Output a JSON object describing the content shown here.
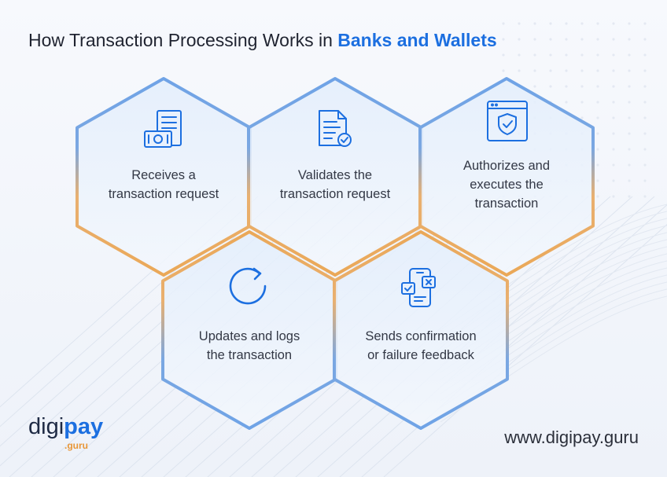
{
  "title": {
    "prefix": "How Transaction Processing Works in ",
    "highlight": "Banks and Wallets"
  },
  "steps": [
    {
      "icon": "receipt-money-icon",
      "lines": [
        "Receives a",
        "transaction request"
      ]
    },
    {
      "icon": "document-check-icon",
      "lines": [
        "Validates the",
        "transaction request"
      ]
    },
    {
      "icon": "shield-check-icon",
      "lines": [
        "Authorizes and",
        "executes the",
        "transaction"
      ]
    },
    {
      "icon": "refresh-icon",
      "lines": [
        "Updates and logs",
        "the transaction"
      ]
    },
    {
      "icon": "phone-feedback-icon",
      "lines": [
        "Sends confirmation",
        "or failure feedback"
      ]
    }
  ],
  "brand": {
    "part1": "digi",
    "part2": "pay",
    "sub": ".guru"
  },
  "website": "www.digipay.guru",
  "colors": {
    "accent": "#1c6fe0",
    "hex_blue": "#6fa3e6",
    "hex_orange": "#eaa858",
    "hex_fill": "#e8f1fd"
  }
}
